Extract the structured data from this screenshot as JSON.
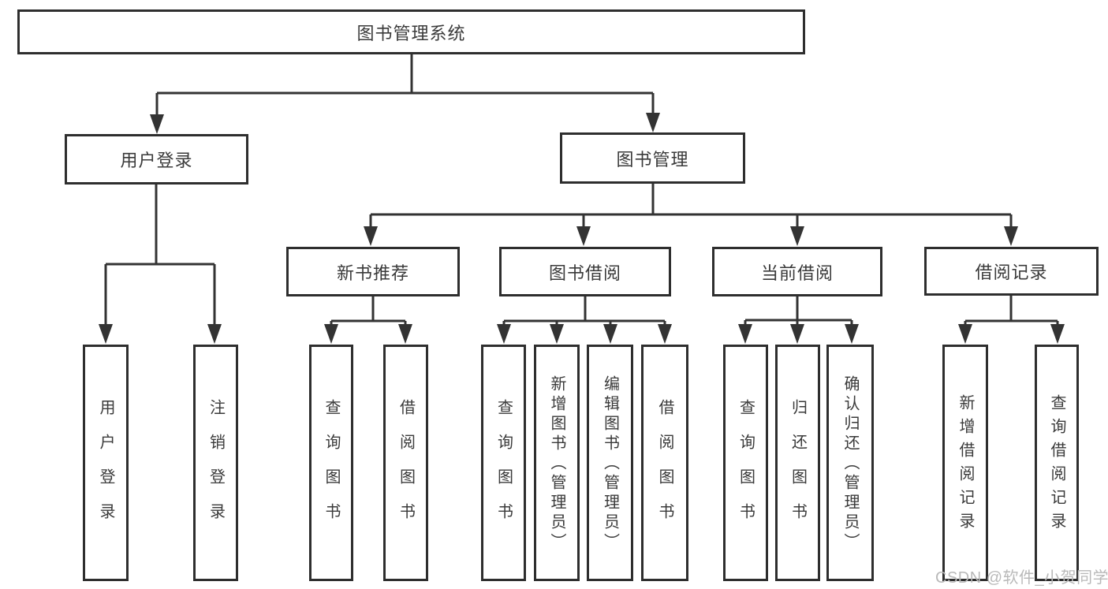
{
  "tree": {
    "root": "图书管理系统",
    "branches": [
      {
        "label": "用户登录",
        "leaves": [
          "用户登录",
          "注销登录"
        ]
      },
      {
        "label": "图书管理",
        "groups": [
          {
            "label": "新书推荐",
            "leaves": [
              "查询图书",
              "借阅图书"
            ]
          },
          {
            "label": "图书借阅",
            "leaves": [
              "查询图书",
              "新增图书（管理员）",
              "编辑图书（管理员）",
              "借阅图书"
            ]
          },
          {
            "label": "当前借阅",
            "leaves": [
              "查询图书",
              "归还图书",
              "确认归还（管理员）"
            ]
          },
          {
            "label": "借阅记录",
            "leaves": [
              "新增借阅记录",
              "查询借阅记录"
            ]
          }
        ]
      }
    ]
  },
  "watermark": {
    "text": "CSDN @软件_小贺同学"
  },
  "colors": {
    "line": "#333333",
    "box_border": "#2e2e2e",
    "text": "#3a3a3a",
    "watermark": "#b9b9b9",
    "background": "#ffffff"
  }
}
